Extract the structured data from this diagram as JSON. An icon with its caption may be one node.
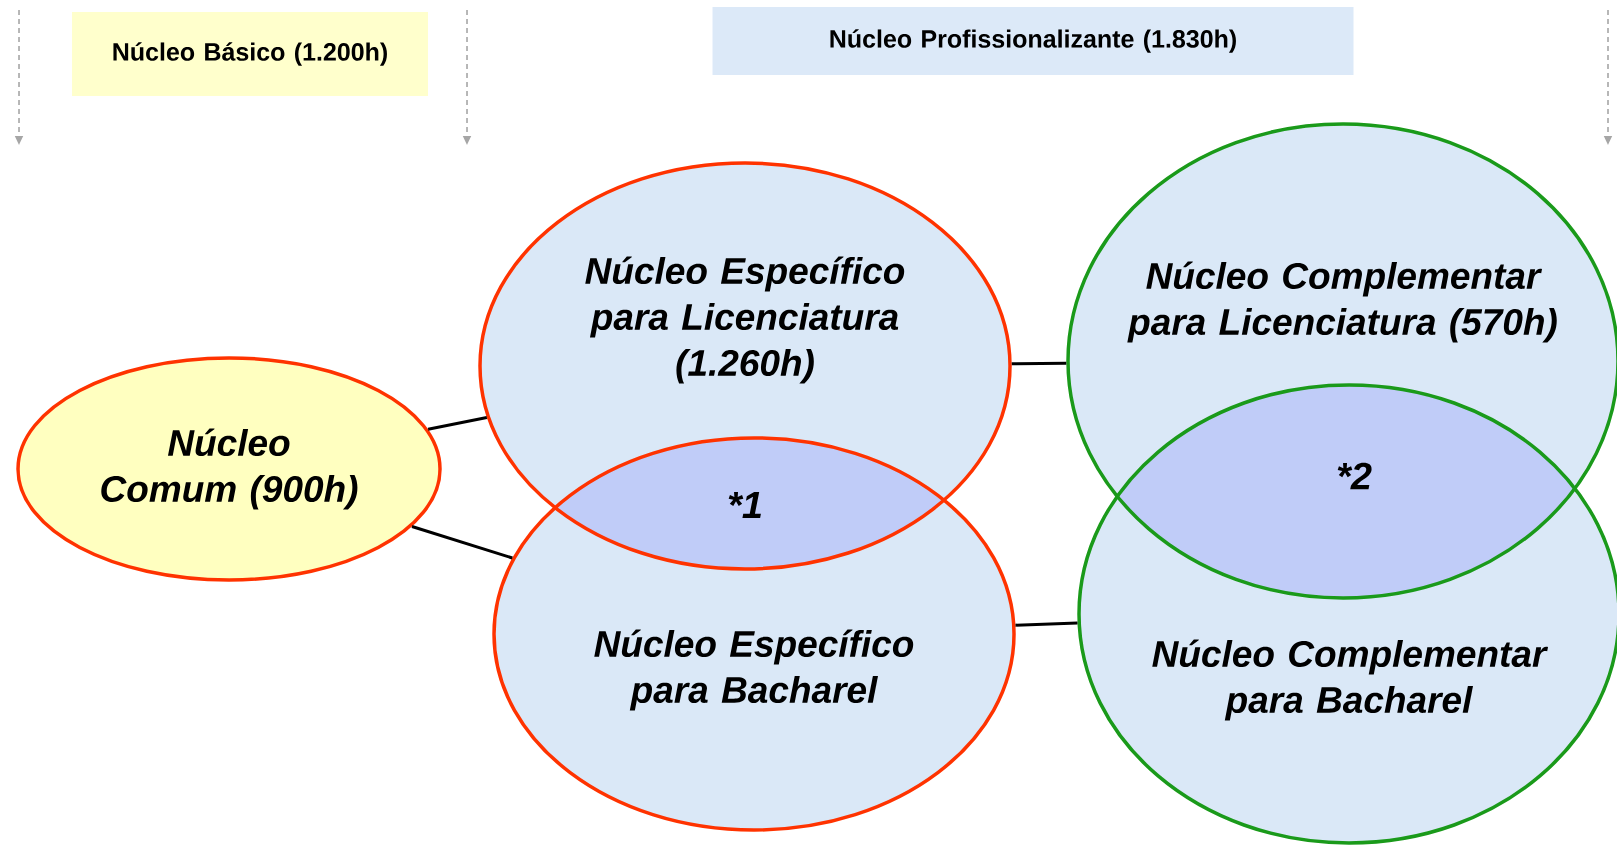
{
  "diagram": {
    "nodes": [
      {
        "text": [
          "Núcleo Básico (1.200h)"
        ]
      },
      {
        "text": [
          "Núcleo Profissionalizante (1.830h)"
        ]
      },
      {
        "text": [
          "Núcleo Comum (900h)"
        ]
      },
      {
        "text": [
          "Núcleo Específico para Licenciatura (1.260h)"
        ]
      },
      {
        "text": [
          "Núcleo Específico para Bacharel"
        ]
      },
      {
        "text": [
          "Núcleo Complementar para Licenciatura (570h)"
        ]
      },
      {
        "text": [
          "Núcleo Complementar para Bacharel"
        ]
      }
    ],
    "edges": [
      {
        "from": 2,
        "to": 3,
        "arrow": "none"
      },
      {
        "from": 2,
        "to": 4,
        "arrow": "none"
      },
      {
        "from": 3,
        "to": 5,
        "arrow": "none"
      },
      {
        "from": 4,
        "to": 6,
        "arrow": "none"
      }
    ],
    "labels": [
      "*1",
      "*2"
    ]
  }
}
